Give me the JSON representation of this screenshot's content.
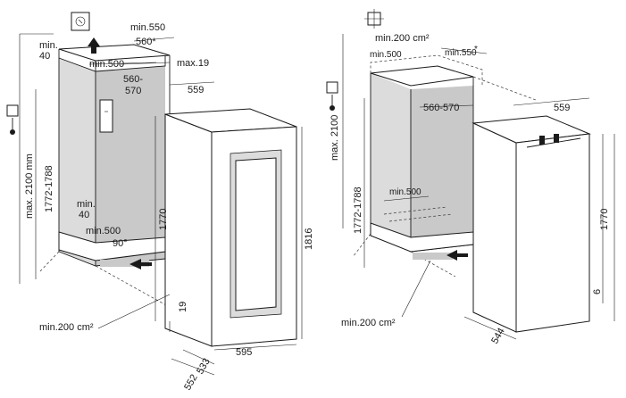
{
  "left_unit": {
    "labels": {
      "min_550": "min.550",
      "d_560_star": "560*",
      "min_40_top": "min.",
      "min_40_top_b": "40",
      "min_500_top": "min.500",
      "max_19": "max.19",
      "w_560_570": "560-",
      "w_560_570_b": "570",
      "w_559": "559",
      "max_2100": "max. 2100 mm",
      "h_1772_1788": "1772-1788",
      "h_1770": "1770",
      "h_1816": "1816",
      "min_40_bottom": "min.",
      "min_40_bottom_b": "40",
      "min_500_bottom": "min.500",
      "angle_90": "90°",
      "h_19": "19",
      "vent_min_200": "min.200 cm²",
      "w_533": "533",
      "w_552": "552",
      "w_595": "595"
    }
  },
  "right_unit": {
    "labels": {
      "vent_min_200_top": "min.200 cm²",
      "min_500_top": "min.500",
      "min_550": "min.550",
      "star": "*",
      "max_2100": "max. 2100",
      "h_1772_1788": "1772-1788",
      "w_560_570": "560-570",
      "min_500_mid": "min.500",
      "w_559": "559",
      "h_1770": "1770",
      "h_6": "6",
      "vent_min_200_bottom": "min.200 cm²",
      "w_544": "544"
    }
  },
  "icons": [
    "socket-icon",
    "plug-icon",
    "socket-icon",
    "plug-icon",
    "arrow-up-icon",
    "arrow-in-icon"
  ]
}
